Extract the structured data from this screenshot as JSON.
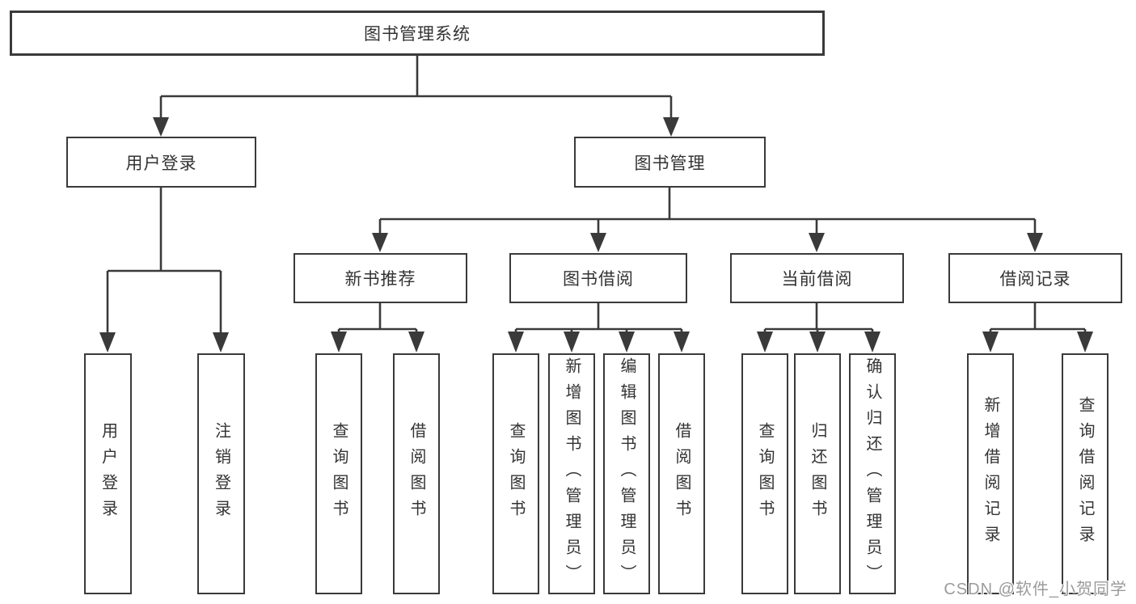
{
  "tree": {
    "root": {
      "label": "图书管理系统",
      "children": [
        {
          "label": "用户登录",
          "children": [
            {
              "label": "用户登录"
            },
            {
              "label": "注销登录"
            }
          ]
        },
        {
          "label": "图书管理",
          "children": [
            {
              "label": "新书推荐",
              "children": [
                {
                  "label": "查询图书"
                },
                {
                  "label": "借阅图书"
                }
              ]
            },
            {
              "label": "图书借阅",
              "children": [
                {
                  "label": "查询图书"
                },
                {
                  "label": "新增图书（管理员）"
                },
                {
                  "label": "编辑图书（管理员）"
                },
                {
                  "label": "借阅图书"
                }
              ]
            },
            {
              "label": "当前借阅",
              "children": [
                {
                  "label": "查询图书"
                },
                {
                  "label": "归还图书"
                },
                {
                  "label": "确认归还（管理员）"
                }
              ]
            },
            {
              "label": "借阅记录",
              "children": [
                {
                  "label": "新增借阅记录"
                },
                {
                  "label": "查询借阅记录"
                }
              ]
            }
          ]
        }
      ]
    }
  },
  "watermark": {
    "text": "CSDN @软件_小贺同学"
  },
  "colors": {
    "line": "#3a3a3a",
    "box_border": "#3a3a3a",
    "box_fill": "#ffffff",
    "text": "#333333",
    "watermark": "#9b9b9b",
    "background": "#ffffff"
  }
}
